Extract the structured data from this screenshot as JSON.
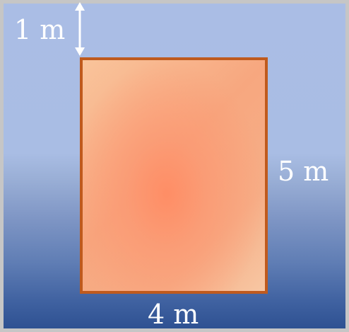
{
  "labels": {
    "top_gap": "1 m",
    "height": "5 m",
    "width": "4 m"
  },
  "colors": {
    "background_top": "#aabde5",
    "background_bottom": "#2e5192",
    "plate_border": "#bf5a1d",
    "plate_fill": "#f7a77f",
    "label_text": "#ffffff"
  },
  "icons": {
    "gap_arrow": "double-headed-vertical-arrow"
  }
}
